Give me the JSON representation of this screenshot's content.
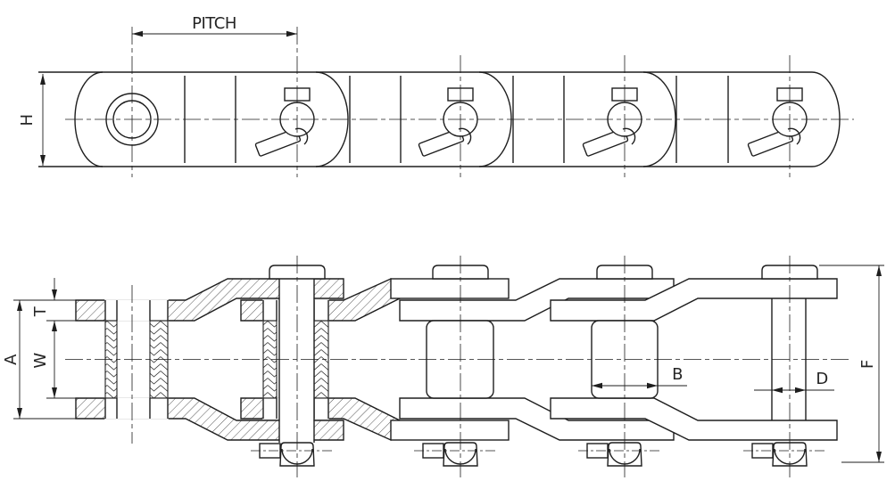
{
  "drawing": {
    "type": "technical-drawing",
    "subject": "engineering steel roller chain - two orthographic views",
    "colors": {
      "background": "#ffffff",
      "line": "#1e1e1e",
      "text": "#242424"
    },
    "labels": {
      "pitch": "PITCH",
      "h": "H",
      "a": "A",
      "t": "T",
      "w": "W",
      "b": "B",
      "d": "D",
      "f": "F"
    }
  }
}
